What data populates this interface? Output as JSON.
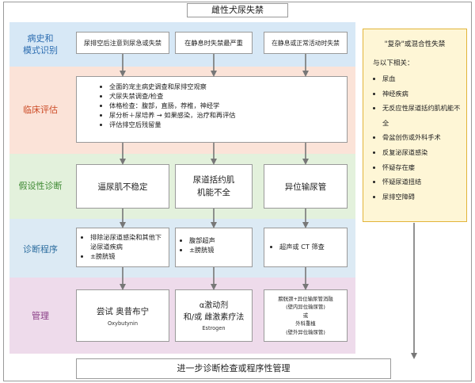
{
  "title": "雌性犬尿失禁",
  "rows": [
    {
      "label": "病史和\n模式识别",
      "color": "#d7e8f6",
      "label_color": "#2b6cb0"
    },
    {
      "label": "临床评估",
      "color": "#fbe3d8",
      "label_color": "#cc4a25"
    },
    {
      "label": "假设性诊断",
      "color": "#e3f1dc",
      "label_color": "#3f8a34"
    },
    {
      "label": "诊断程序",
      "color": "#dceaf4",
      "label_color": "#2f6fa0"
    },
    {
      "label": "管理",
      "color": "#eedbeb",
      "label_color": "#8a3d86"
    }
  ],
  "history": {
    "box1": "尿排空后注意到尿急或失禁",
    "box2": "在静息时失禁最严重",
    "box3": "在静息或正常活动时失禁"
  },
  "clinical": [
    "全面的宠主病史调查和尿排空观察",
    "犬尿失禁调查/检查",
    "体格检查：腹部，直肠，荐椎，神经学",
    "尿分析＋尿培养 → 如果感染，治疗和再评估",
    "评估排空后残留量"
  ],
  "diagnosis": {
    "d1": "逼尿肌不稳定",
    "d2": "尿道括约肌\n机能不全",
    "d3": "异位输尿管"
  },
  "procedures": {
    "p1": [
      "排除泌尿道感染和其他下泌尿道疾病",
      "±膀胱镜"
    ],
    "p2": [
      "腹部超声",
      "±膀胱镜"
    ],
    "p3": [
      "超声或 CT 筛查"
    ]
  },
  "management": {
    "m1_main": "尝试 奥昔布宁",
    "m1_sub": "Oxybutynin",
    "m2_main": "α激动剂\n和/或 雌激素疗法",
    "m2_sub": "Estrogen",
    "m3_lines": [
      "膀胱颈+异位输尿管消融",
      "(壁内异位输尿管)",
      "或",
      "外科重植",
      "(壁外异位输尿管)"
    ]
  },
  "side": {
    "title": "\"复杂\"或混合性失禁",
    "subtitle": "与以下相关：",
    "items": [
      "尿血",
      "神经疾病",
      "无反应性尿道括约肌机能不全",
      "骨盆创伤或外科手术",
      "反复泌尿道感染",
      "怀疑存在瘘",
      "怀疑尿道扭结",
      "尿排空障碍"
    ]
  },
  "bottom": "进一步诊断检查或程序性管理"
}
